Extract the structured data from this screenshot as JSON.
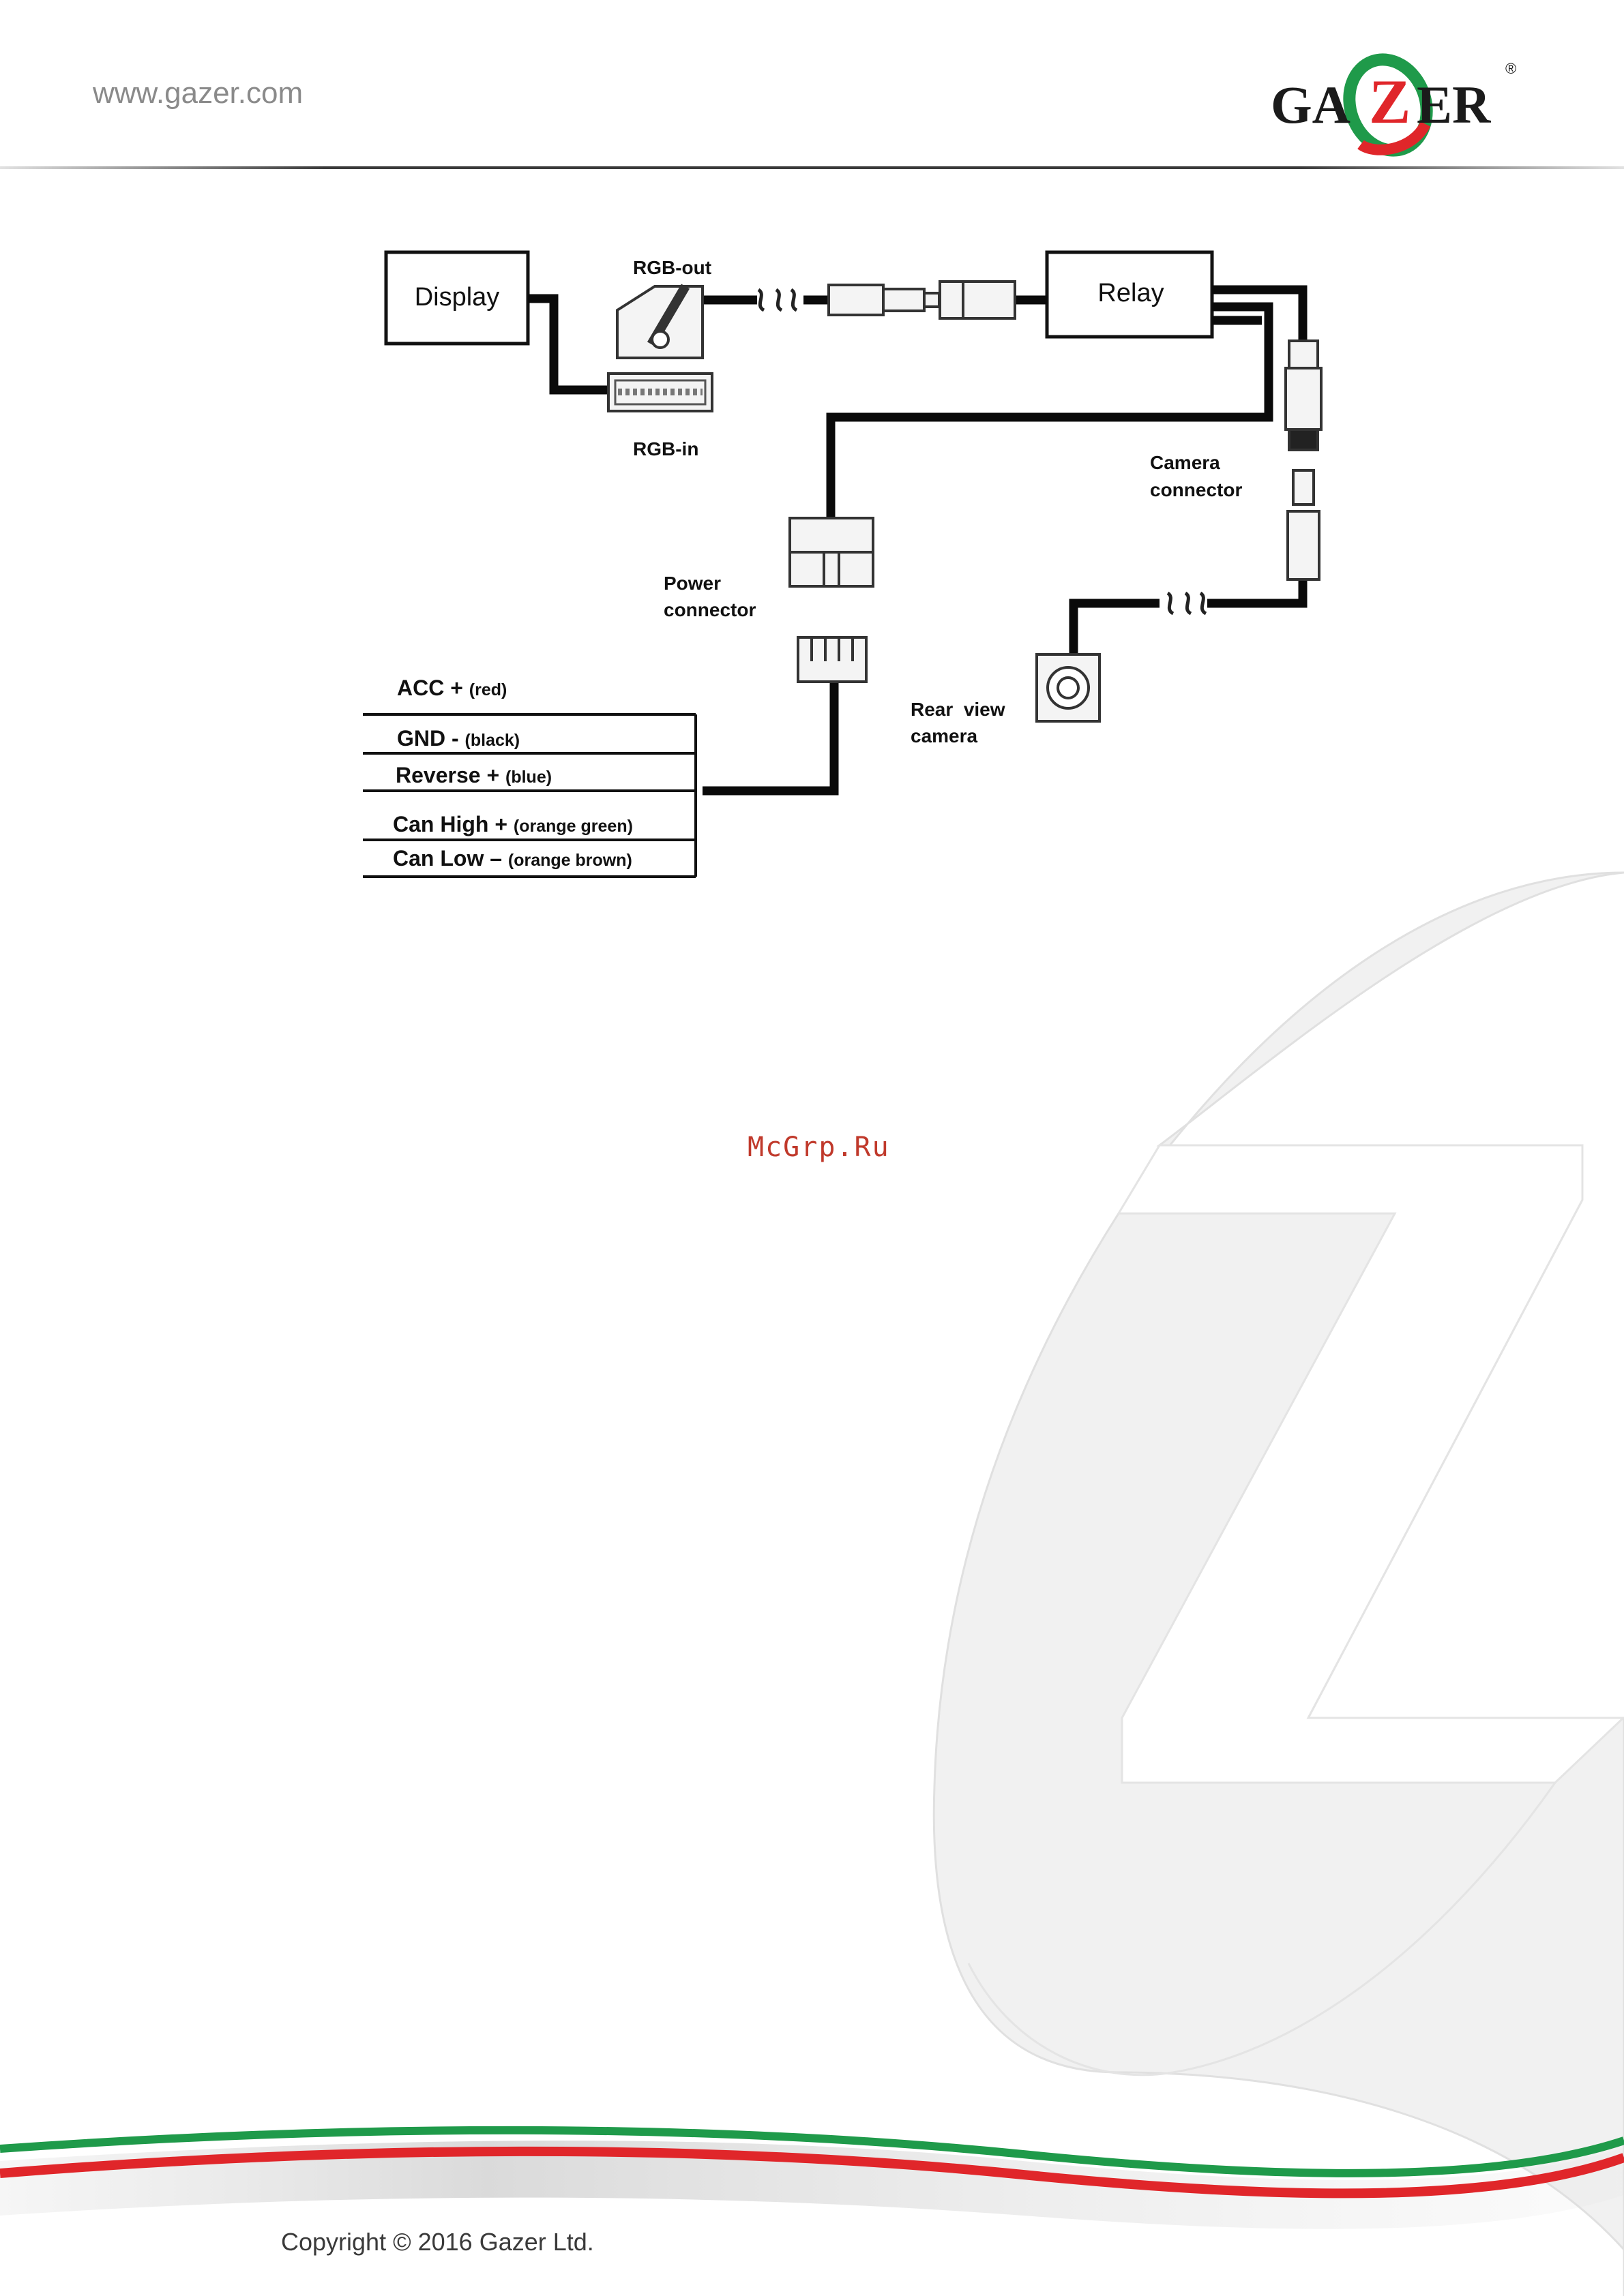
{
  "header": {
    "site_url": "www.gazer.com",
    "logo_text": "GAZER",
    "logo_mark": "®"
  },
  "diagram": {
    "display_label": "Display",
    "relay_label": "Relay",
    "rgb_out_label": "RGB-out",
    "rgb_in_label": "RGB-in",
    "camera_connector_label_line1": "Camera",
    "camera_connector_label_line2": "connector",
    "power_connector_label_line1": "Power",
    "power_connector_label_line2": "connector",
    "rear_camera_label_line1": "Rear  view",
    "rear_camera_label_line2": "camera",
    "wires": [
      {
        "name": "ACC +",
        "color": "(red)"
      },
      {
        "name": "GND -",
        "color": "(black)"
      },
      {
        "name": "Reverse +",
        "color": "(blue)"
      },
      {
        "name": "Can High +",
        "color": "(orange green)"
      },
      {
        "name": "Can Low –",
        "color": "(orange brown)"
      }
    ]
  },
  "watermark": "McGrp.Ru",
  "footer": {
    "copyright": "Copyright © 2016 Gazer Ltd."
  },
  "colors": {
    "brand_red": "#e0262a",
    "brand_green": "#1f9a4a",
    "wire": "#0a0a0a",
    "watermark_gray": "#f1f1f1"
  }
}
